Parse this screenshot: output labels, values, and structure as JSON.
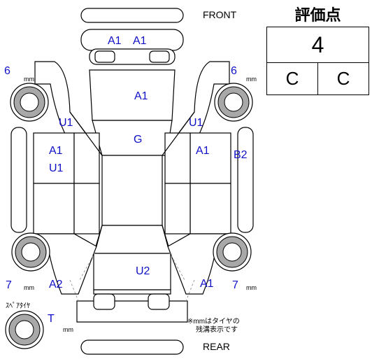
{
  "labels": {
    "front": "FRONT",
    "rear": "REAR",
    "spare_tire": "ｽﾍﾟｱﾀｲﾔ",
    "note_line1": "※mmはタイヤの",
    "note_line2": "残溝表示です",
    "unit": "mm"
  },
  "tread_depth": {
    "front_left": "6",
    "front_right": "6",
    "rear_left": "7",
    "rear_right": "7",
    "spare": "T"
  },
  "damage_codes": {
    "front_bumper_left": "A1",
    "front_bumper_right": "A1",
    "hood": "A1",
    "windshield": "G",
    "front_left_fender": "U1",
    "front_right_fender": "U1",
    "left_front_door_1": "A1",
    "left_front_door_2": "U1",
    "right_front_door": "A1",
    "right_side_panel": "B2",
    "rear_left_quarter": "A2",
    "trunk": "U2",
    "rear_right_quarter": "A1"
  },
  "grade": {
    "title": "評価点",
    "score": "4",
    "interior": "C",
    "exterior": "C"
  }
}
